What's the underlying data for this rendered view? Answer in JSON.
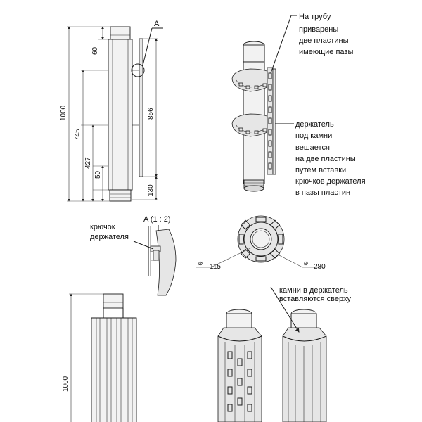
{
  "dimensions": {
    "d60": "60",
    "d856": "856",
    "d1000_top": "1000",
    "d745": "745",
    "d427": "427",
    "d50": "50",
    "d130": "130",
    "d1000_bottom": "1000",
    "dia115": "115",
    "dia280": "280",
    "dia_symbol": "⌀"
  },
  "labels": {
    "detail_a": "A",
    "detail_a_scale": "A (1 : 2)",
    "hook_line1": "крючок",
    "hook_line2": "держателя",
    "plates_line1": "На трубу",
    "plates_line2": "приварены",
    "plates_line3": "две пластины",
    "plates_line4": "имеющие пазы",
    "holder_line1": "держатель",
    "holder_line2": "под камни",
    "holder_line3": "вешается",
    "holder_line4": "на две пластины",
    "holder_line5": "путем вставки",
    "holder_line6": "крючков держателя",
    "holder_line7": "в пазы пластин",
    "stones_line1": "камни в держатель",
    "stones_line2": "вставляются сверху"
  }
}
